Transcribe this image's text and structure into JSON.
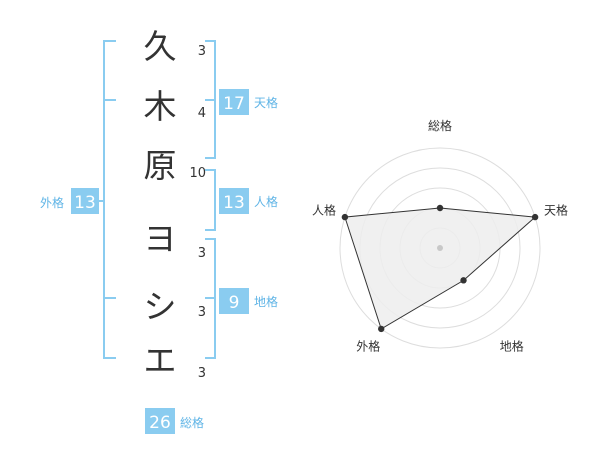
{
  "name": {
    "characters": [
      "久",
      "木",
      "原",
      "ヨ",
      "シ",
      "エ"
    ],
    "strokes": [
      "3",
      "4",
      "10",
      "3",
      "3",
      "3"
    ]
  },
  "fortunes": {
    "tenkaku": {
      "label": "天格",
      "value": "17"
    },
    "jinkaku": {
      "label": "人格",
      "value": "13"
    },
    "chikaku": {
      "label": "地格",
      "value": "9"
    },
    "gaikaku": {
      "label": "外格",
      "value": "13"
    },
    "soukaku": {
      "label": "総格",
      "value": "26"
    }
  },
  "colors": {
    "accent": "#8ACCF0",
    "bracket": "#8ACCF0",
    "text_main": "#333333",
    "label_blue": "#5FB4E6",
    "radar_grid": "#DDDDDD",
    "radar_fill": "#EDEDED",
    "radar_line": "#333333"
  },
  "chart_data": {
    "type": "radar",
    "axes": [
      "総格",
      "天格",
      "地格",
      "外格",
      "人格"
    ],
    "values": [
      2,
      5,
      2,
      5,
      5
    ],
    "max": 5,
    "grid": true
  }
}
